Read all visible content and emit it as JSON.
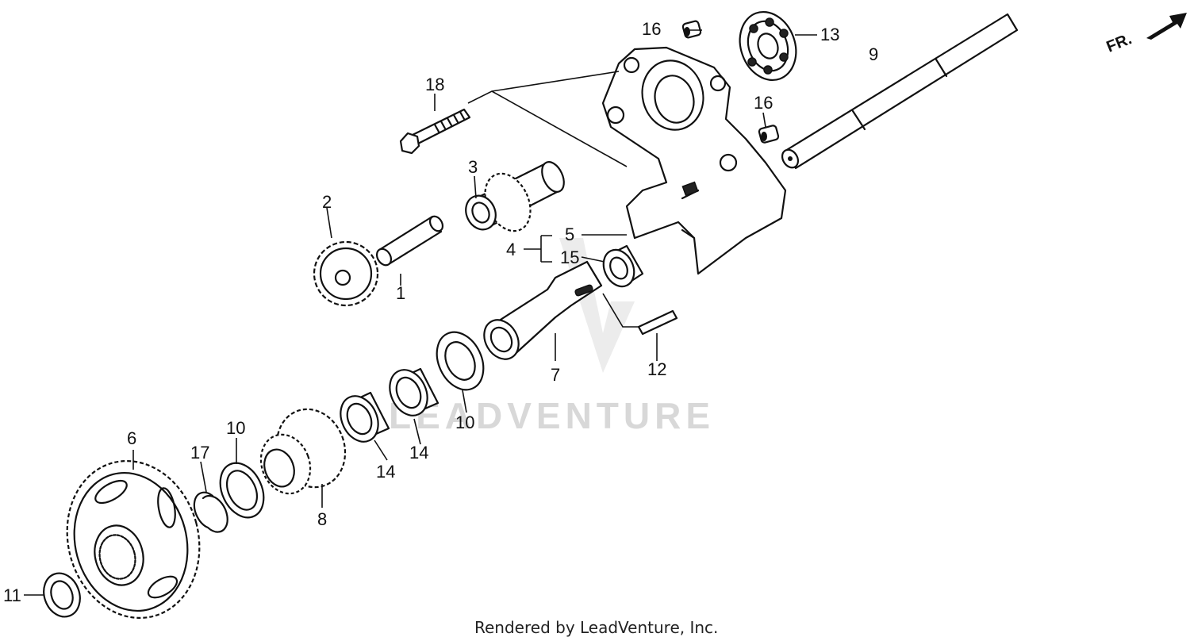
{
  "direction_indicator": {
    "label": "FR."
  },
  "watermark": {
    "text": "LEADVENTURE"
  },
  "credit": {
    "text": "Rendered by LeadVenture, Inc."
  },
  "callouts": [
    {
      "id": "c1",
      "text": "1"
    },
    {
      "id": "c2",
      "text": "2"
    },
    {
      "id": "c3",
      "text": "3"
    },
    {
      "id": "c4",
      "text": "4"
    },
    {
      "id": "c5",
      "text": "5"
    },
    {
      "id": "c6",
      "text": "6"
    },
    {
      "id": "c7",
      "text": "7"
    },
    {
      "id": "c8",
      "text": "8"
    },
    {
      "id": "c9",
      "text": "9"
    },
    {
      "id": "c10a",
      "text": "10"
    },
    {
      "id": "c10b",
      "text": "10"
    },
    {
      "id": "c11",
      "text": "11"
    },
    {
      "id": "c12",
      "text": "12"
    },
    {
      "id": "c13",
      "text": "13"
    },
    {
      "id": "c14a",
      "text": "14"
    },
    {
      "id": "c14b",
      "text": "14"
    },
    {
      "id": "c15",
      "text": "15"
    },
    {
      "id": "c16a",
      "text": "16"
    },
    {
      "id": "c16b",
      "text": "16"
    },
    {
      "id": "c17",
      "text": "17"
    },
    {
      "id": "c18",
      "text": "18"
    }
  ]
}
